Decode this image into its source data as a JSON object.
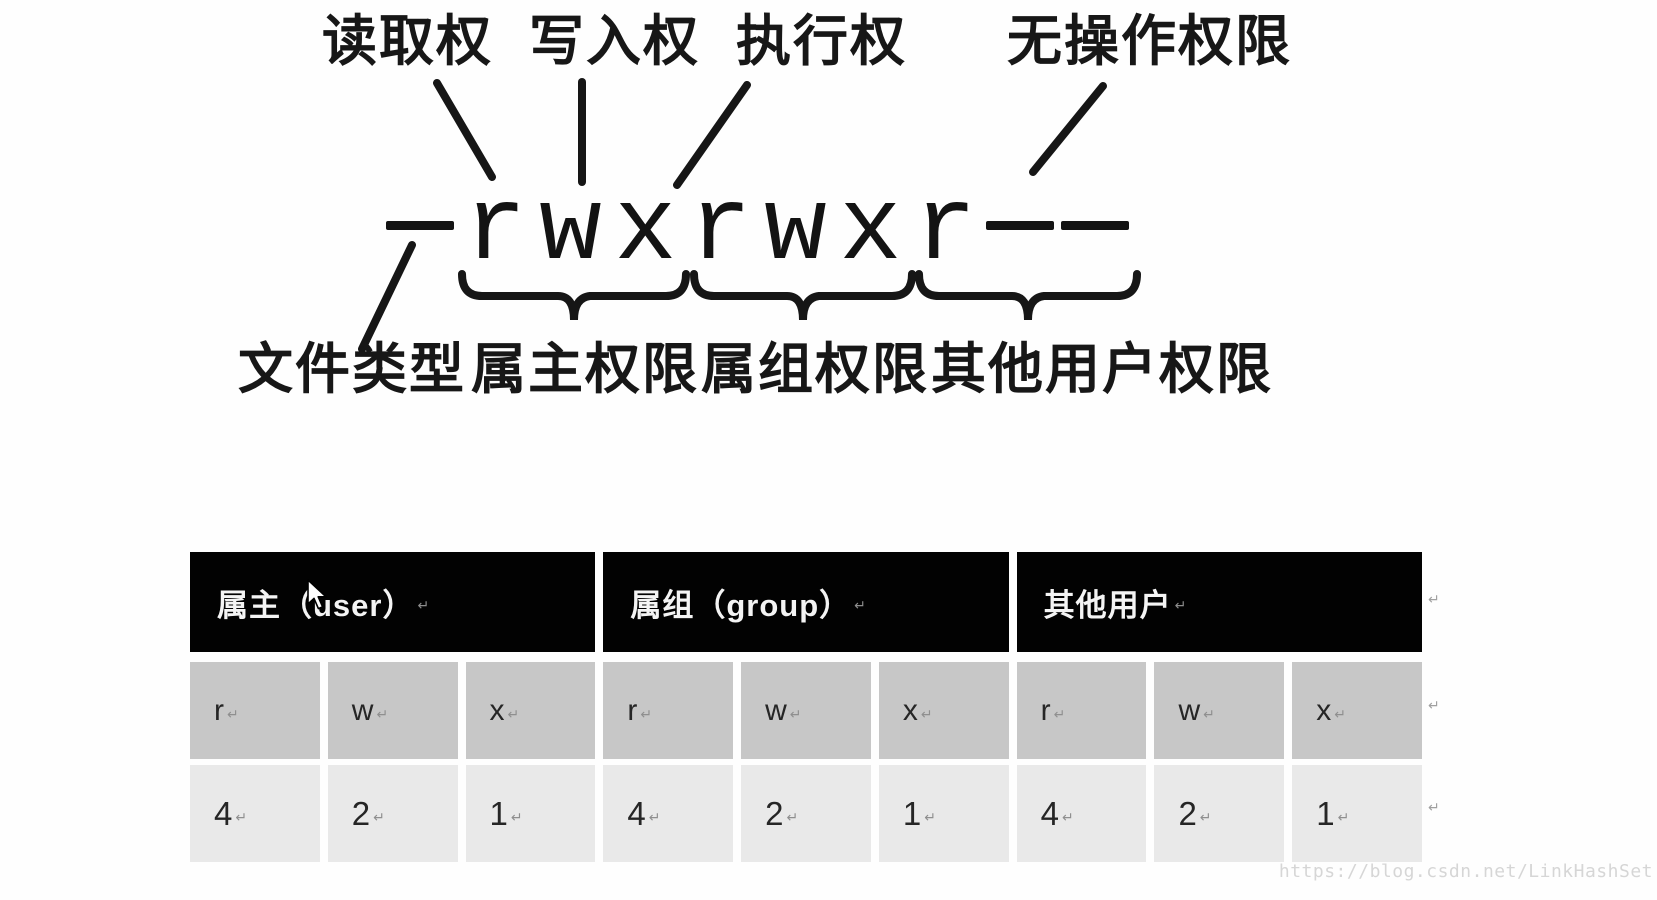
{
  "diagram": {
    "top_labels": [
      "读取权",
      "写入权",
      "执行权",
      "无操作权限"
    ],
    "permission_string": "-rwxrwxr--",
    "bottom_labels": [
      "文件类型",
      "属主权限",
      "属组权限",
      "其他用户权限"
    ]
  },
  "table": {
    "groups": [
      {
        "header": "属主（user）",
        "letters": [
          "r",
          "w",
          "x"
        ],
        "values": [
          "4",
          "2",
          "1"
        ]
      },
      {
        "header": "属组（group）",
        "letters": [
          "r",
          "w",
          "x"
        ],
        "values": [
          "4",
          "2",
          "1"
        ]
      },
      {
        "header": "其他用户",
        "letters": [
          "r",
          "w",
          "x"
        ],
        "values": [
          "4",
          "2",
          "1"
        ]
      }
    ]
  },
  "marks": {
    "return_mark": "↵"
  },
  "watermark": "https://blog.csdn.net/LinkHashSet",
  "colors": {
    "header_bg": "#020202",
    "header_text": "#f4f4f4",
    "letters_row_bg": "#c7c7c7",
    "values_row_bg": "#e9e9e9",
    "diagram_ink": "#171717",
    "watermark_text": "#d6d6d6"
  }
}
